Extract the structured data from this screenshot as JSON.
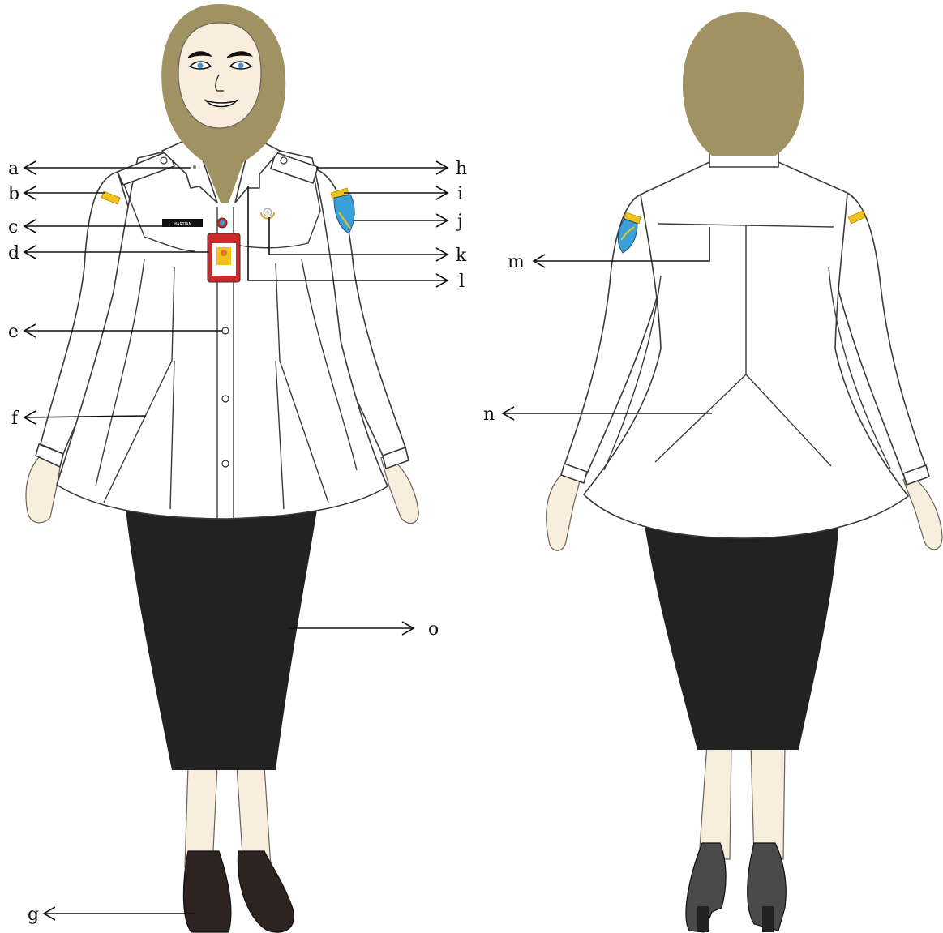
{
  "labels": {
    "a": "a",
    "b": "b",
    "c": "c",
    "d": "d",
    "e": "e",
    "f": "f",
    "g": "g",
    "h": "h",
    "i": "i",
    "j": "j",
    "k": "k",
    "l": "l",
    "m": "m",
    "n": "n",
    "o": "o"
  },
  "name_tag": "MARTIAN",
  "colors": {
    "hijab": "#a09262",
    "skirt": "#222222",
    "shirt": "#ffffff",
    "skin": "#f8eedd",
    "front_shoes": "#2d2320",
    "back_shoes": "#4a4a4a",
    "id_card": "#cc2a2a",
    "shoulder_tag": "#f2c21a",
    "emblem": "#3aa0d8"
  }
}
